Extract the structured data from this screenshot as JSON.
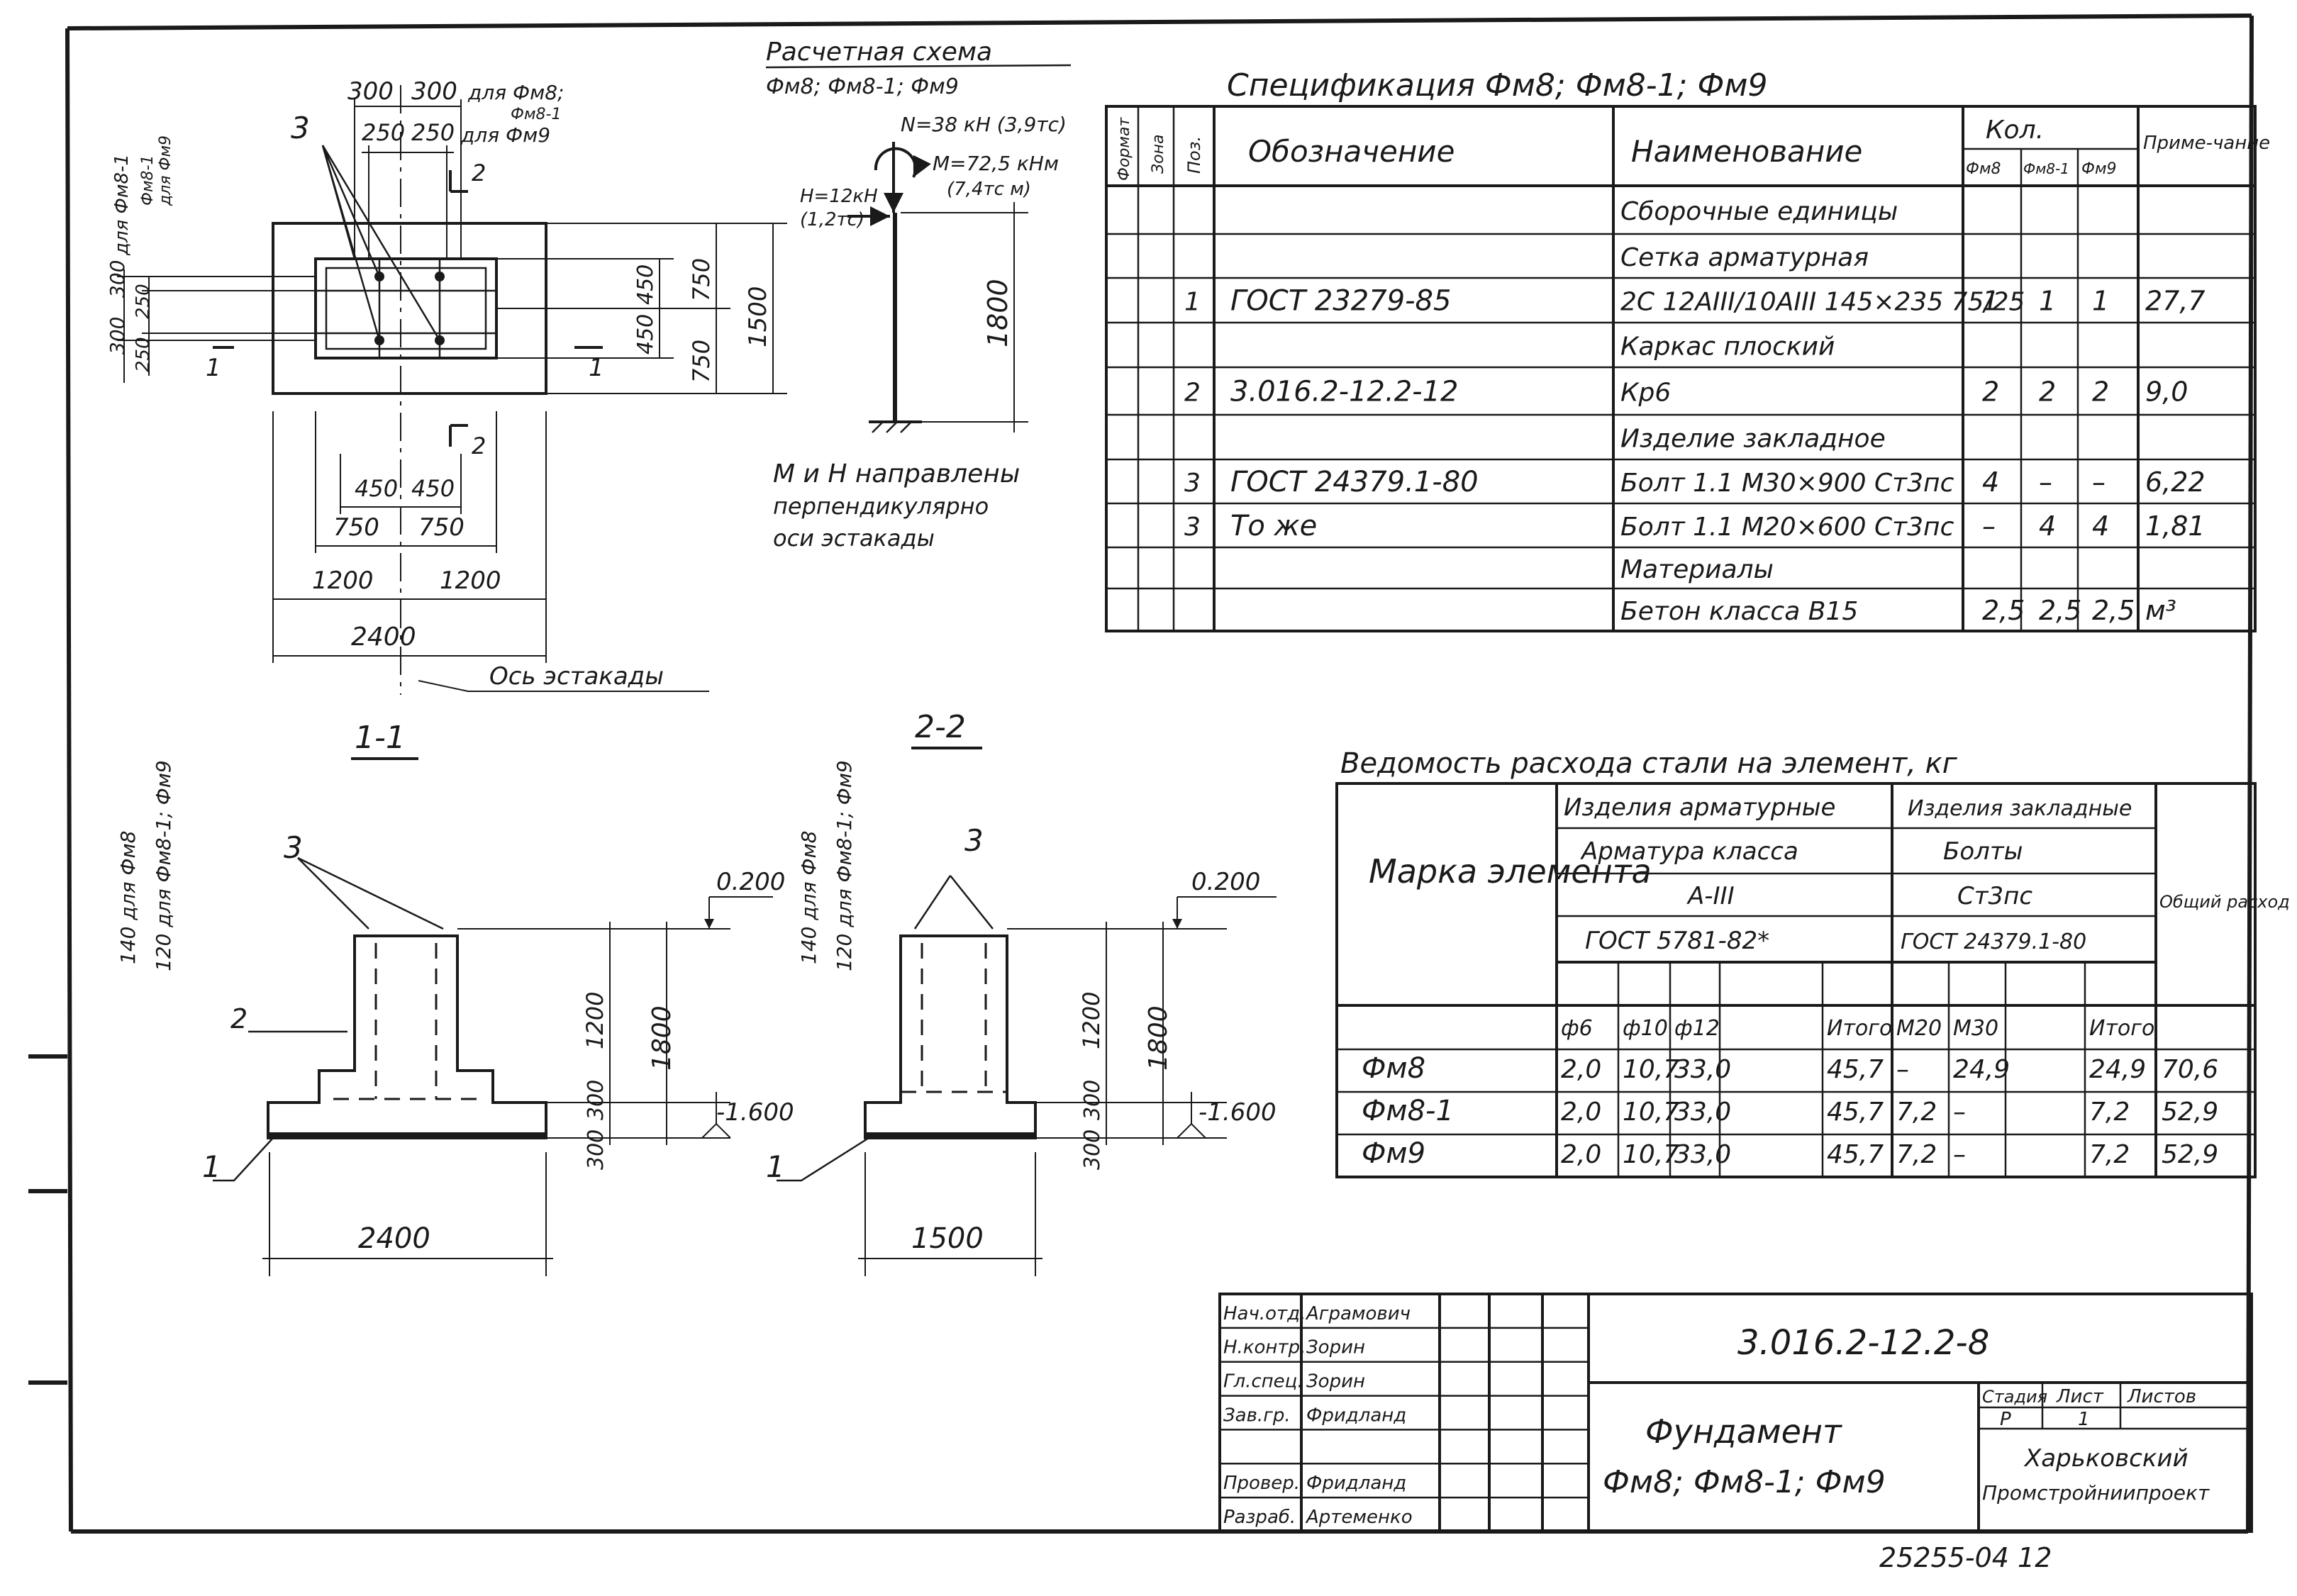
{
  "calc_scheme": {
    "title": "Расчетная схема",
    "subtitle": "Фм8; Фм8-1; Фм9",
    "load_n": "N=38 кН (3,9тс)",
    "load_m": "М=72,5 кНм",
    "load_m2": "(7,4тс м)",
    "load_h": "Н=12кН",
    "load_h2": "(1,2тс)",
    "height": "1800",
    "note1": "М и Н направлены",
    "note2": "перпендикулярно",
    "note3": "оси эстакады"
  },
  "plan": {
    "d300a": "300",
    "d300b": "300",
    "for_fm8": "для Фм8;",
    "fm81": "Фм8-1",
    "d250a": "250",
    "d250b": "250",
    "for_fm9": "для Фм9",
    "callout3": "3",
    "cut2": "2",
    "cut1": "1",
    "side_fm8": "для Фм8-1",
    "side_fm81": "Фм8-1",
    "side_fm9": "для Фм9",
    "s300a": "300",
    "s300b": "300",
    "s250a": "250",
    "s250b": "250",
    "r450a": "450",
    "r450b": "450",
    "r750a": "750",
    "r750b": "750",
    "r1500": "1500",
    "b450a": "450",
    "b450b": "450",
    "b750a": "750",
    "b750b": "750",
    "b1200a": "1200",
    "b1200b": "1200",
    "b2400": "2400",
    "axis": "Ось эстакады"
  },
  "section11": {
    "title": "1-1",
    "c3": "3",
    "c2": "2",
    "c1": "1",
    "lbl140": "140 для Фм8",
    "lbl120": "120 для Фм8-1; Фм9",
    "elev_top": "0.200",
    "elev_bot": "-1.600",
    "d1200": "1200",
    "d1800": "1800",
    "d300a": "300",
    "d300b": "300",
    "width": "2400"
  },
  "section22": {
    "title": "2-2",
    "c3": "3",
    "c1": "1",
    "lbl140": "140 для Фм8",
    "lbl120": "120 для Фм8-1; Фм9",
    "elev_top": "0.200",
    "elev_bot": "-1.600",
    "d1200": "1200",
    "d1800": "1800",
    "d300a": "300",
    "d300b": "300",
    "width": "1500"
  },
  "spec": {
    "title": "Спецификация Фм8; Фм8-1; Фм9",
    "h_format": "Формат",
    "h_zone": "Зона",
    "h_pos": "Поз.",
    "h_desig": "Обозначение",
    "h_name": "Наименование",
    "h_qty": "Кол.",
    "h_fm8": "Фм8",
    "h_fm81": "Фм8-1",
    "h_fm9": "Фм9",
    "h_note": "Приме-чание",
    "rows": [
      {
        "pos": "",
        "desig": "",
        "name": "Сборочные единицы",
        "q1": "",
        "q2": "",
        "q3": "",
        "note": ""
      },
      {
        "pos": "",
        "desig": "",
        "name": "Сетка арматурная",
        "q1": "",
        "q2": "",
        "q3": "",
        "note": ""
      },
      {
        "pos": "1",
        "desig": "ГОСТ 23279-85",
        "name": "2С 12АIII/10АIII 145×235 75/25",
        "q1": "1",
        "q2": "1",
        "q3": "1",
        "note": "27,7"
      },
      {
        "pos": "",
        "desig": "",
        "name": "Каркас плоский",
        "q1": "",
        "q2": "",
        "q3": "",
        "note": ""
      },
      {
        "pos": "2",
        "desig": "3.016.2-12.2-12",
        "name": "Кр6",
        "q1": "2",
        "q2": "2",
        "q3": "2",
        "note": "9,0"
      },
      {
        "pos": "",
        "desig": "",
        "name": "Изделие закладное",
        "q1": "",
        "q2": "",
        "q3": "",
        "note": ""
      },
      {
        "pos": "3",
        "desig": "ГОСТ 24379.1-80",
        "name": "Болт 1.1 М30×900 Ст3пс",
        "q1": "4",
        "q2": "–",
        "q3": "–",
        "note": "6,22"
      },
      {
        "pos": "3",
        "desig": "То же",
        "name": "Болт 1.1 М20×600 Ст3пс",
        "q1": "–",
        "q2": "4",
        "q3": "4",
        "note": "1,81"
      },
      {
        "pos": "",
        "desig": "",
        "name": "Материалы",
        "q1": "",
        "q2": "",
        "q3": "",
        "note": ""
      },
      {
        "pos": "",
        "desig": "",
        "name": "Бетон класса В15",
        "q1": "2,5",
        "q2": "2,5",
        "q3": "2,5",
        "note": "м³"
      }
    ]
  },
  "steel": {
    "title": "Ведомость расхода стали на элемент, кг",
    "h_mark": "Марка элемента",
    "h_rebar": "Изделия арматурные",
    "h_rebar_class": "Арматура класса",
    "h_rebar_a": "А-III",
    "h_rebar_gost": "ГОСТ 5781-82*",
    "h_embed": "Изделия закладные",
    "h_bolts": "Болты",
    "h_st": "Ст3пс",
    "h_embed_gost": "ГОСТ 24379.1-80",
    "h_total": "Общий расход",
    "cols": [
      "ф6",
      "ф10",
      "ф12",
      "",
      "Итого",
      "М20",
      "М30",
      "",
      "Итого"
    ],
    "rows": [
      {
        "mark": "Фм8",
        "v": [
          "2,0",
          "10,7",
          "33,0",
          "",
          "45,7",
          "–",
          "24,9",
          "",
          "24,9"
        ],
        "total": "70,6"
      },
      {
        "mark": "Фм8-1",
        "v": [
          "2,0",
          "10,7",
          "33,0",
          "",
          "45,7",
          "7,2",
          "–",
          "",
          "7,2"
        ],
        "total": "52,9"
      },
      {
        "mark": "Фм9",
        "v": [
          "2,0",
          "10,7",
          "33,0",
          "",
          "45,7",
          "7,2",
          "–",
          "",
          "7,2"
        ],
        "total": "52,9"
      }
    ]
  },
  "title_block": {
    "code": "3.016.2-12.2-8",
    "name1": "Фундамент",
    "name2": "Фм8; Фм8-1; Фм9",
    "stage_h": "Стадия",
    "sheet_h": "Лист",
    "sheets_h": "Листов",
    "stage": "Р",
    "sheet": "1",
    "org1": "Харьковский",
    "org2": "Промстройниипроект",
    "roles": [
      {
        "role": "Нач.отд.",
        "name": "Аграмович"
      },
      {
        "role": "Н.контр.",
        "name": "Зорин"
      },
      {
        "role": "Гл.спец.",
        "name": "Зорин"
      },
      {
        "role": "Зав.гр.",
        "name": "Фридланд"
      },
      {
        "role": "",
        "name": ""
      },
      {
        "role": "Провер.",
        "name": "Фридланд"
      },
      {
        "role": "Разраб.",
        "name": "Артеменко"
      }
    ],
    "archive": "25255-04   12"
  }
}
